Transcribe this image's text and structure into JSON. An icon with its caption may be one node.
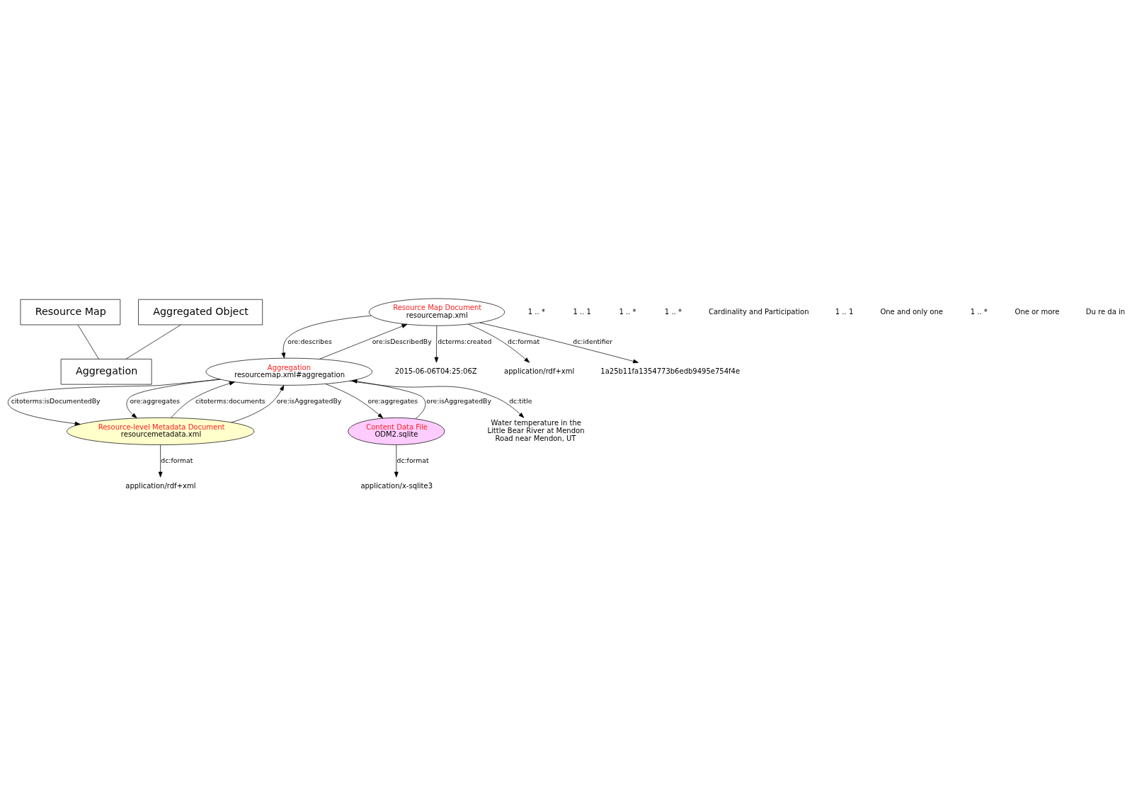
{
  "diagram": {
    "nodes": [
      {
        "text": [
          "Resource Map"
        ]
      },
      {
        "text": [
          "Aggregated Object"
        ]
      },
      {
        "text": [
          "Aggregation"
        ]
      },
      {
        "text": [
          "Resource Map Document",
          "resourcemap.xml"
        ]
      },
      {
        "text": [
          "Aggregation",
          "resourcemap.xml#aggregation"
        ]
      },
      {
        "text": [
          "Resource-level Metadata Document",
          "resourcemetadata.xml"
        ]
      },
      {
        "text": [
          "Content Data File",
          "ODM2.sqlite"
        ]
      },
      {
        "text": [
          "2015-06-06T04:25:06Z"
        ]
      },
      {
        "text": [
          "application/rdf+xml"
        ]
      },
      {
        "text": [
          "1a25b11fa1354773b6edb9495e754f4e"
        ]
      },
      {
        "text": [
          "Water temperature in the Little Bear River at Mendon Road near Mendon, UT"
        ]
      },
      {
        "text": [
          "application/rdf+xml"
        ]
      },
      {
        "text": [
          "application/x-sqlite3"
        ]
      }
    ],
    "edges": [
      {
        "from": 0,
        "to": 2,
        "arrow": "none"
      },
      {
        "from": 1,
        "to": 2,
        "arrow": "none"
      },
      {
        "from": 3,
        "to": 7,
        "arrow": "to",
        "label": "dcterms:created"
      },
      {
        "from": 3,
        "to": 8,
        "arrow": "to",
        "label": "dc:format"
      },
      {
        "from": 3,
        "to": 4,
        "arrow": "to",
        "label": "ore:describes"
      },
      {
        "from": 4,
        "to": 3,
        "arrow": "to",
        "label": "ore:isDescribedBy"
      },
      {
        "from": 3,
        "to": 9,
        "arrow": "to",
        "label": "dc:identifier"
      },
      {
        "from": 4,
        "to": 10,
        "arrow": "to",
        "label": "dc:title"
      },
      {
        "from": 4,
        "to": 5,
        "arrow": "to",
        "label": "citoterms:isDocumentedBy"
      },
      {
        "from": 5,
        "to": 4,
        "arrow": "to",
        "label": "citoterms:documents"
      },
      {
        "from": 4,
        "to": 5,
        "arrow": "to",
        "label": "ore:aggregates"
      },
      {
        "from": 5,
        "to": 4,
        "arrow": "to",
        "label": "ore:isAggregatedBy"
      },
      {
        "from": 4,
        "to": 6,
        "arrow": "to",
        "label": "ore:aggregates"
      },
      {
        "from": 6,
        "to": 4,
        "arrow": "to",
        "label": "ore:isAggregatedBy"
      },
      {
        "from": 5,
        "to": 11,
        "arrow": "to",
        "label": "dc:format"
      },
      {
        "from": 6,
        "to": 12,
        "arrow": "to",
        "label": "dc:format"
      }
    ],
    "labels": [
      "1 .. *",
      "1 .. 1",
      "1 .. *",
      "1 .. *",
      "Cardinality and Participation",
      "1 .. 1",
      "One and only one",
      "1 .. *",
      "One or more",
      "Du re da in"
    ]
  }
}
